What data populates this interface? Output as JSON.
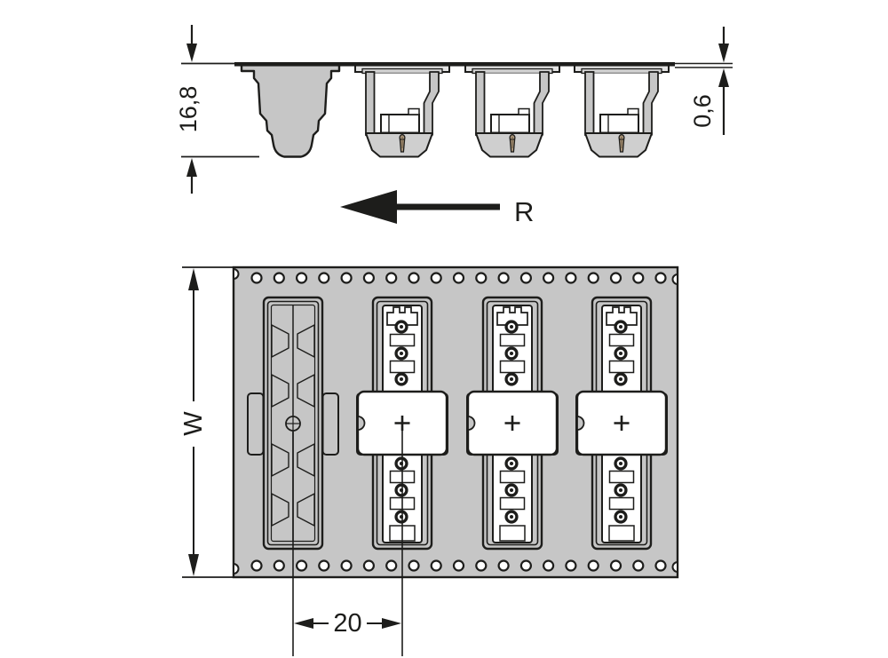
{
  "drawing": {
    "type": "technical-packaging-drawing",
    "labels": {
      "pocket_depth": "16,8",
      "tape_thickness": "0,6",
      "direction": "R",
      "tape_width": "W",
      "pocket_pitch": "20"
    },
    "colors": {
      "line": "#1d1d1b",
      "tape_fill": "#c6c6c6",
      "light_fill": "#d9d9d9",
      "white": "#ffffff",
      "pin": "#ab9579",
      "background": "#ffffff"
    },
    "side_view": {
      "pocket_count": 4,
      "empty_pockets": 1,
      "connector_pockets": 3
    },
    "top_view": {
      "pocket_count": 4,
      "pads_with_plus": 3,
      "terminals_per_connector": 6,
      "sprocket": {
        "holes_per_row": 19,
        "rows": 2
      }
    }
  }
}
